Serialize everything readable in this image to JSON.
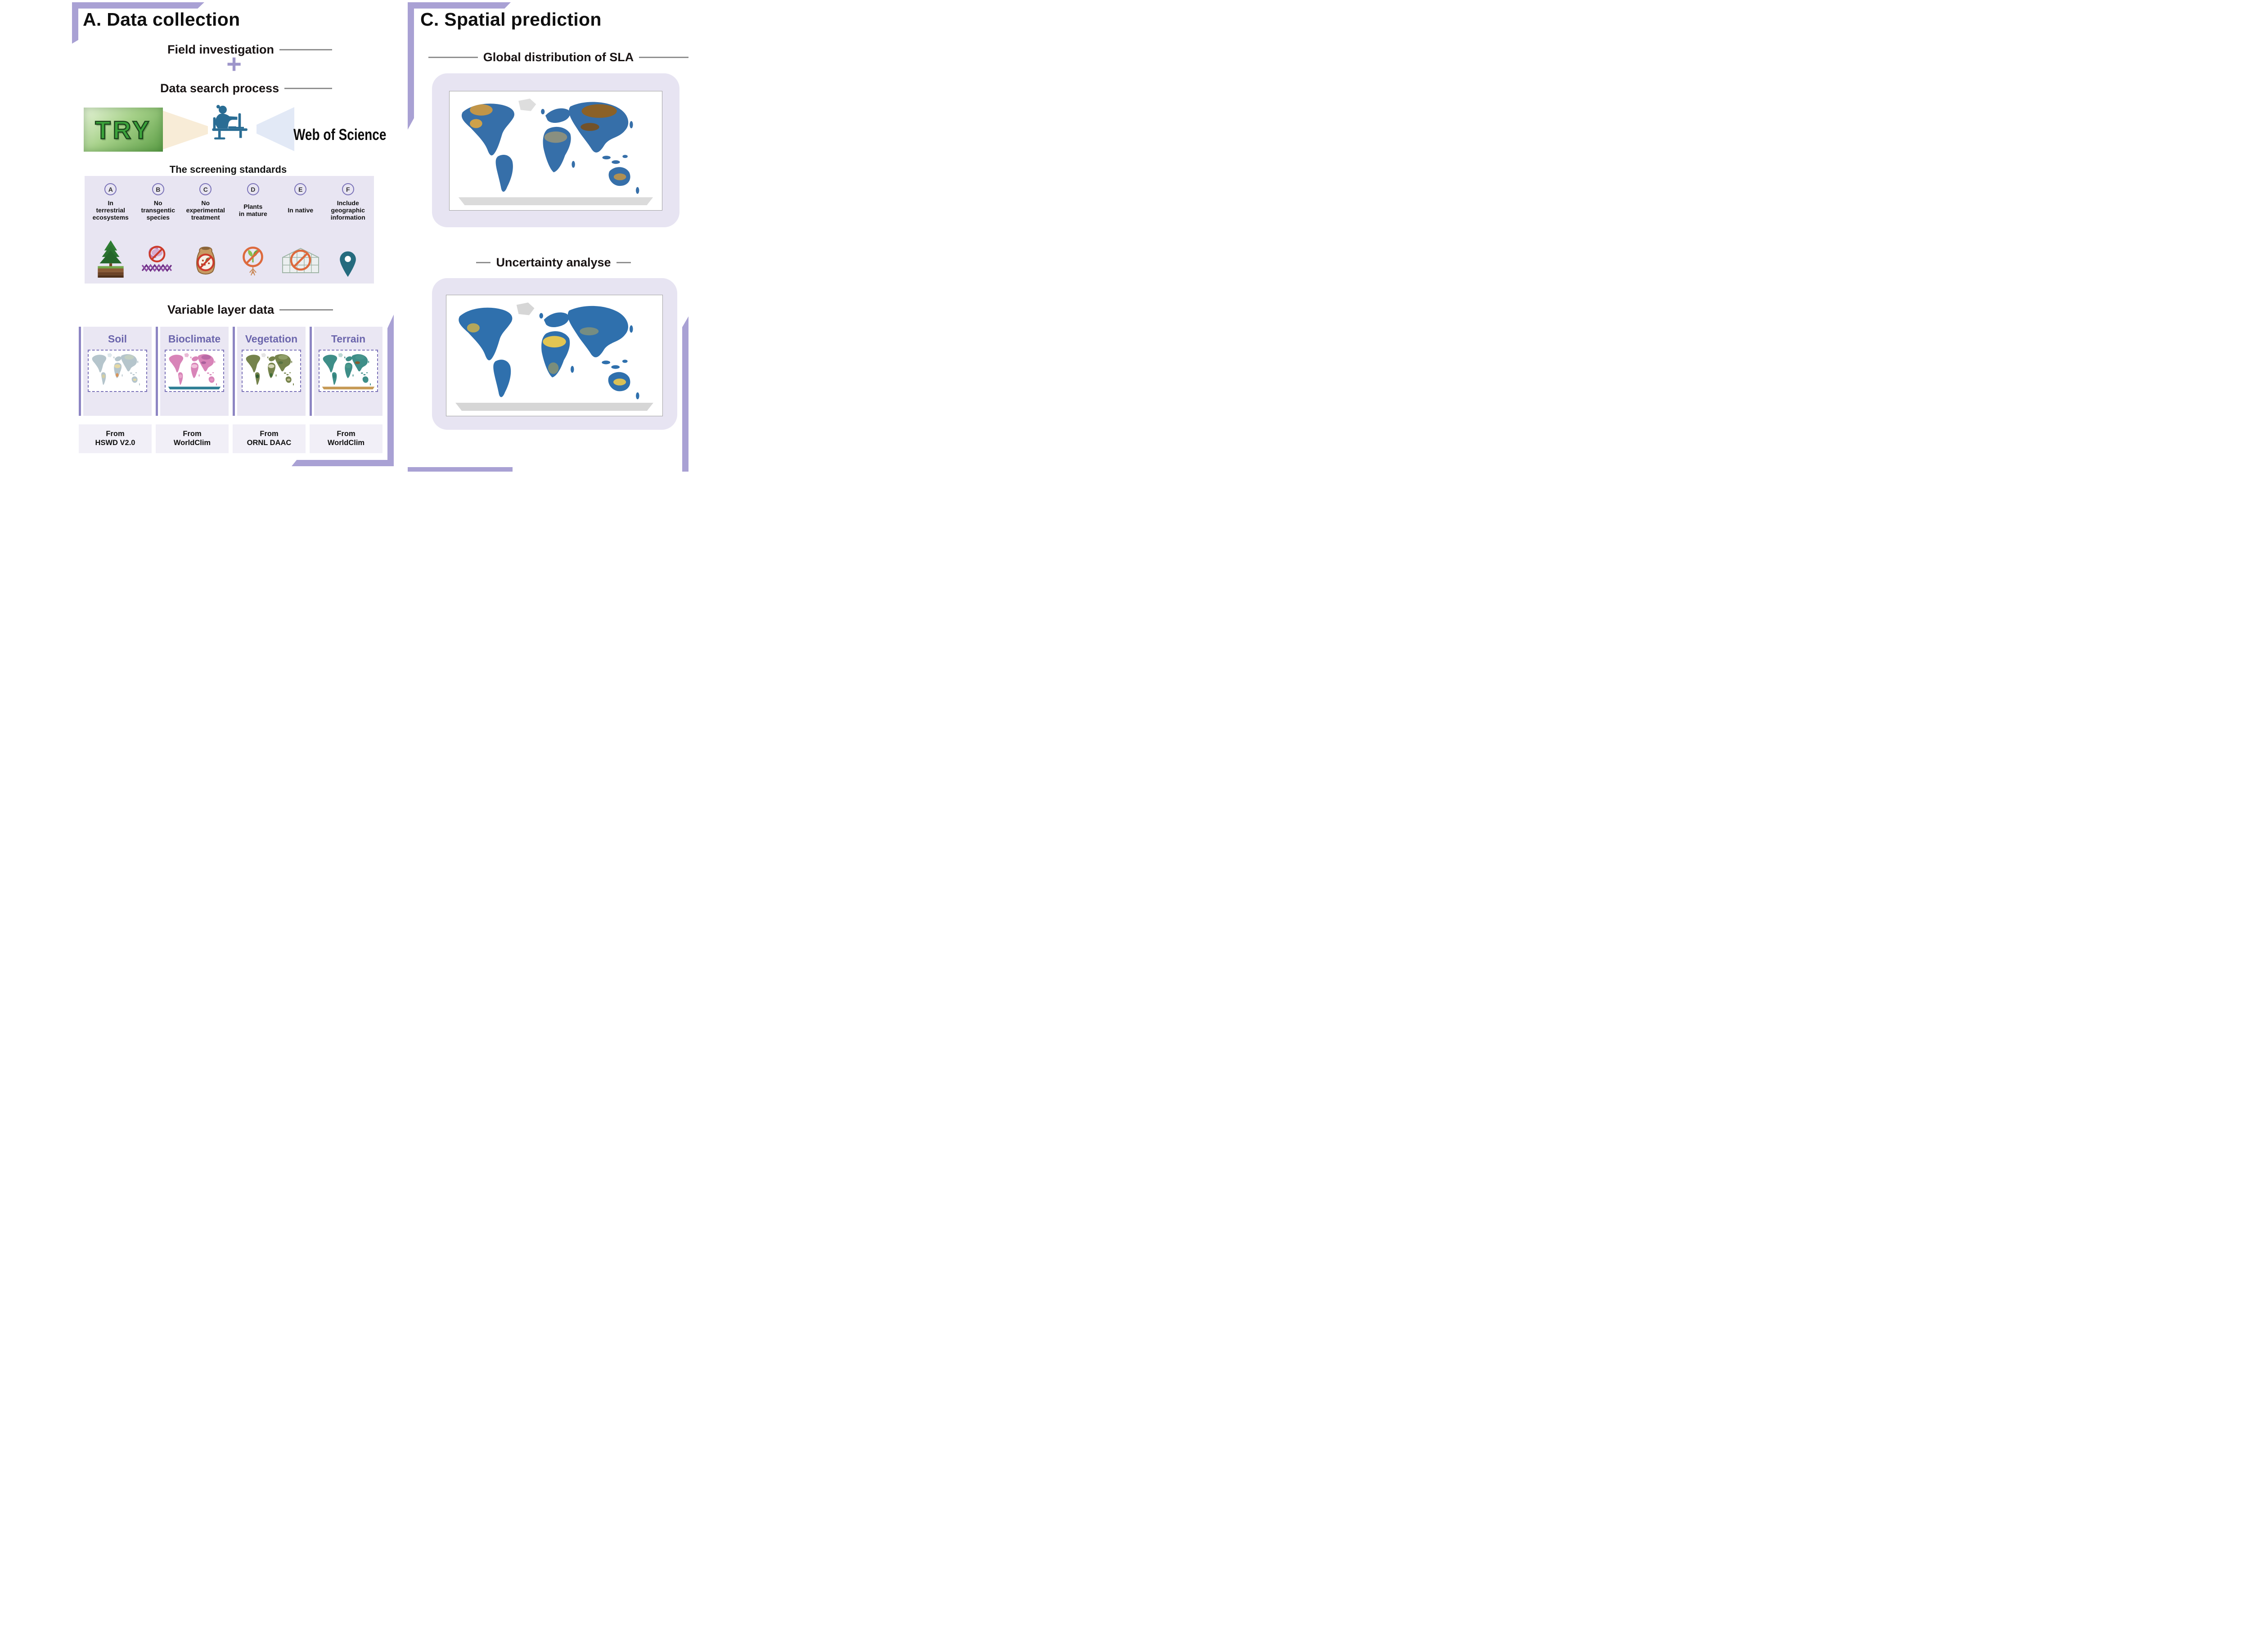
{
  "colors": {
    "accent_purple": "#a9a1d4",
    "panel_lavender": "#e8e5f2",
    "heading_purple": "#6b65ac",
    "try_green": "#3ba33b",
    "prohibition_red": "#d6542f",
    "pin_teal": "#256b7e",
    "map_blue": "#2f70ad",
    "map_orange": "#dfa63f"
  },
  "panel_a": {
    "title": "A. Data collection",
    "field_investigation": "Field investigation",
    "plus_sign": "+",
    "data_search": "Data search process",
    "try_logo": "TRY",
    "web_of_science": "Web of Science",
    "screening_title": "The screening standards",
    "standards": [
      {
        "letter": "A",
        "label": "In\nterrestrial\necosystems",
        "icon": "tree-in-soil-icon"
      },
      {
        "letter": "B",
        "label": "No\ntransgentic\nspecies",
        "icon": "no-dna-icon"
      },
      {
        "letter": "C",
        "label": "No\nexperimental\ntreatment",
        "icon": "no-fertilizer-sack-icon"
      },
      {
        "letter": "D",
        "label": "Plants\nin mature",
        "icon": "no-seedling-icon"
      },
      {
        "letter": "E",
        "label": "In native",
        "icon": "no-greenhouse-icon"
      },
      {
        "letter": "F",
        "label": "Include\ngeographic\ninformation",
        "icon": "location-pin-icon"
      }
    ],
    "variable_layer_title": "Variable layer data",
    "layers": [
      {
        "name": "Soil",
        "source": "From\nHSWD V2.0"
      },
      {
        "name": "Bioclimate",
        "source": "From\nWorldClim"
      },
      {
        "name": "Vegetation",
        "source": "From\nORNL DAAC"
      },
      {
        "name": "Terrain",
        "source": "From\nWorldClim"
      }
    ]
  },
  "panel_c": {
    "title": "C. Spatial prediction",
    "sla_map_title": "Global distribution of SLA",
    "uncertainty_map_title": "Uncertainty analyse"
  }
}
